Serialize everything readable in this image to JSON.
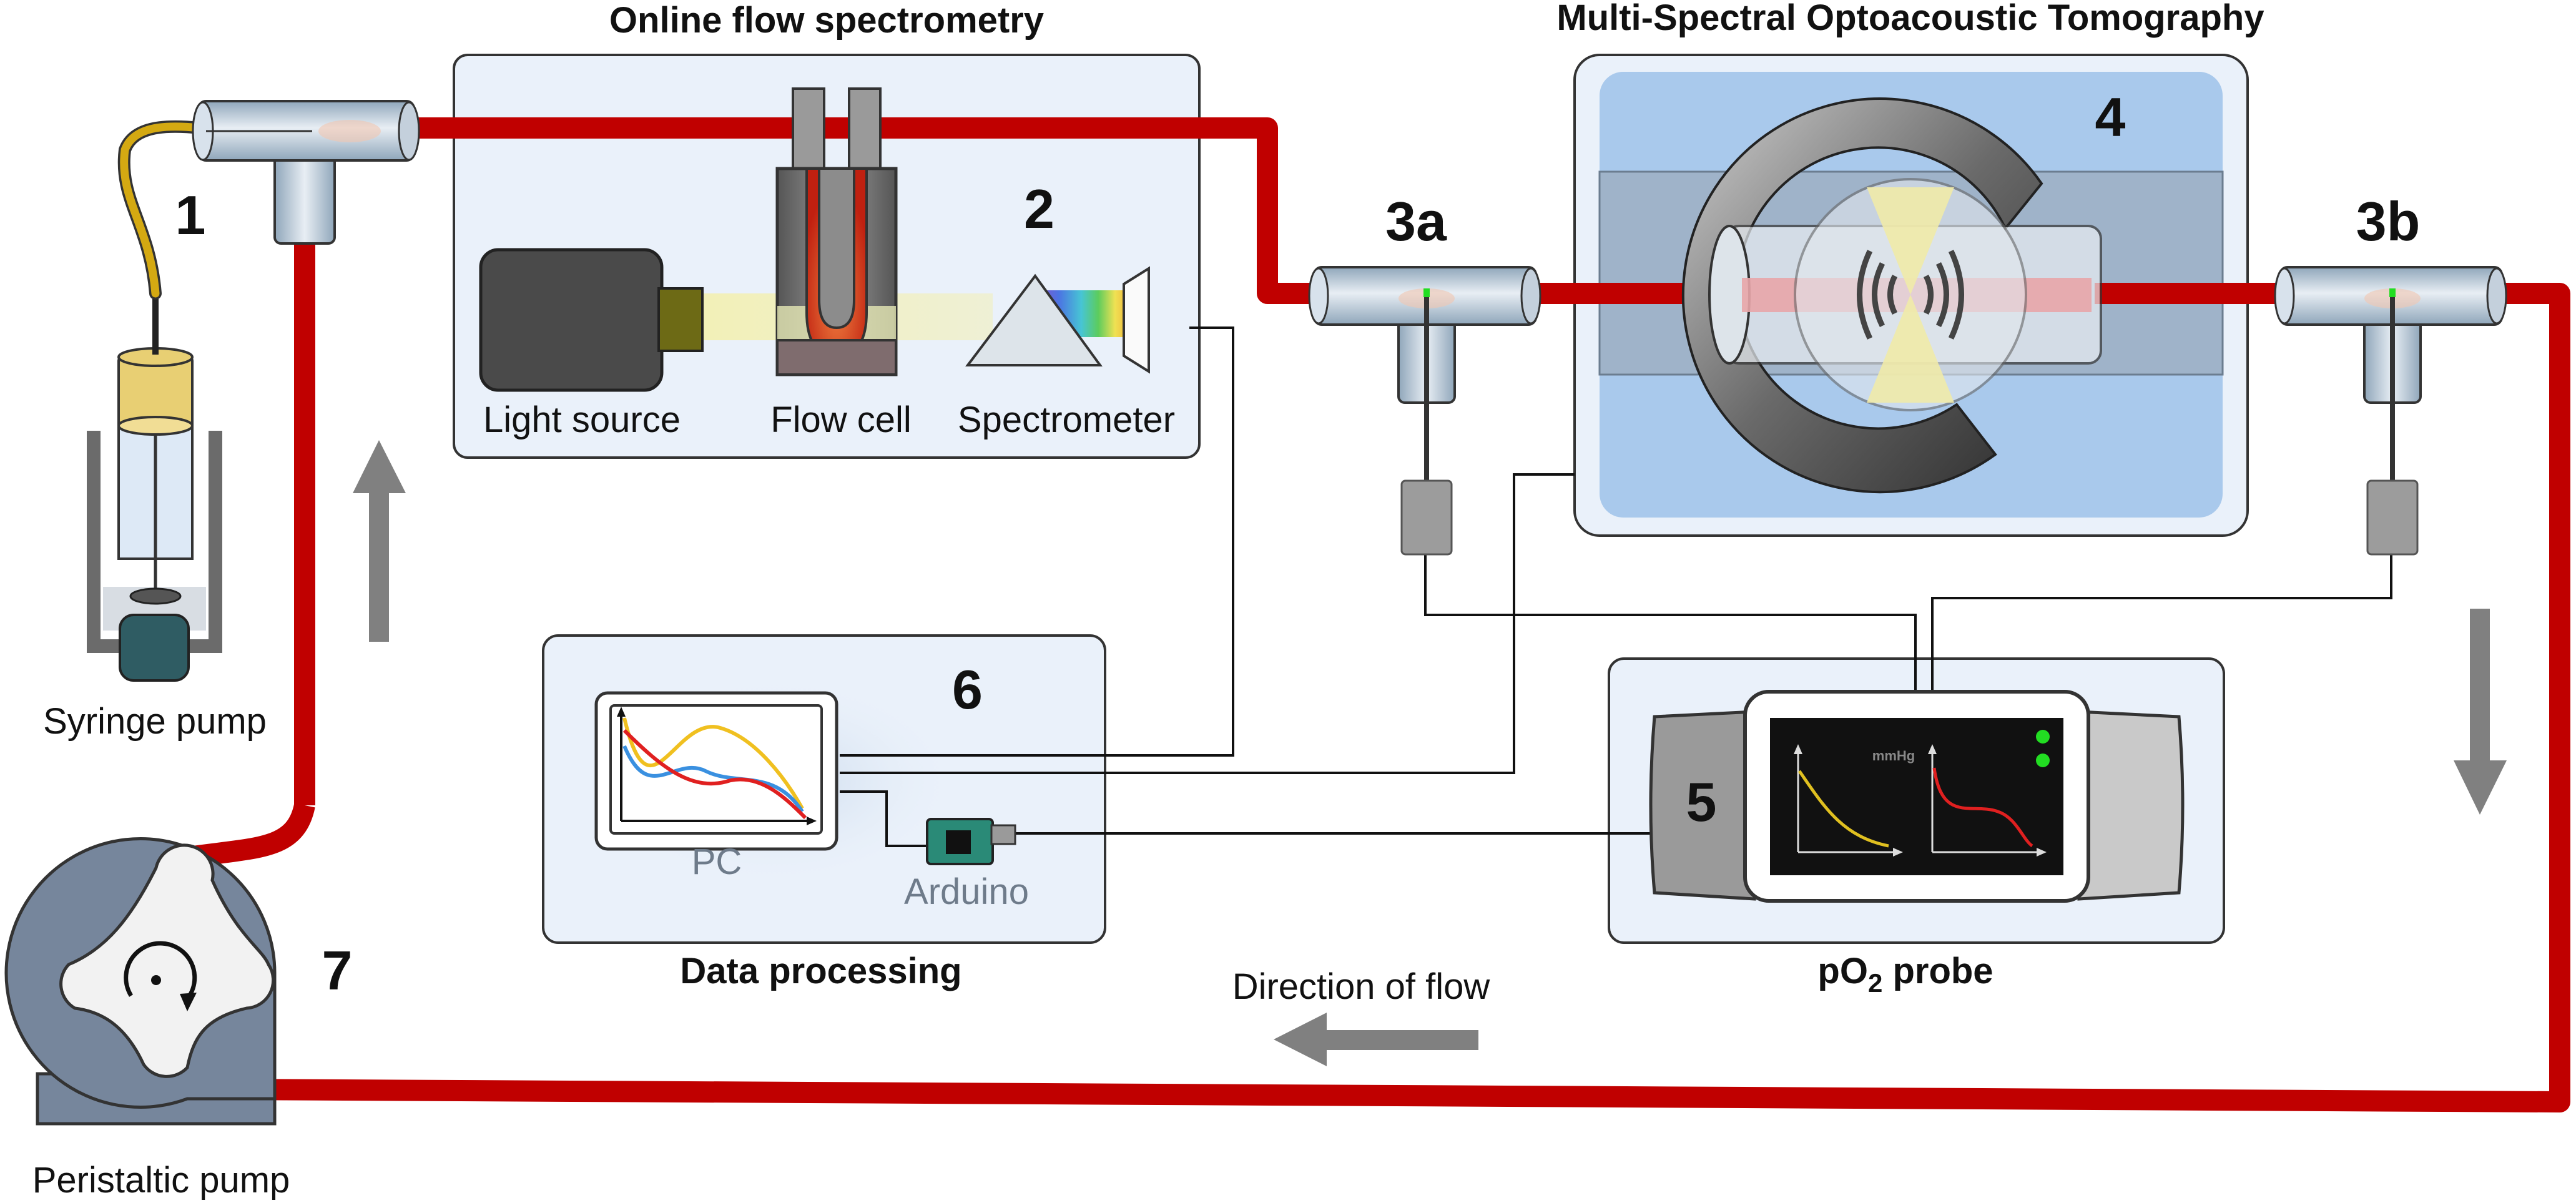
{
  "titles": {
    "online_flow": "Online flow spectrometry",
    "msot": "Multi-Spectral Optoacoustic Tomography",
    "data_processing": "Data processing",
    "po2_probe_prefix": "pO",
    "po2_probe_sub": "2",
    "po2_probe_suffix": " probe"
  },
  "numbers": {
    "n1": "1",
    "n2": "2",
    "n3a": "3a",
    "n3b": "3b",
    "n4": "4",
    "n5": "5",
    "n6": "6",
    "n7": "7"
  },
  "labels": {
    "syringe_pump": "Syringe pump",
    "light_source": "Light source",
    "flow_cell": "Flow cell",
    "spectrometer": "Spectrometer",
    "pc": "PC",
    "arduino": "Arduino",
    "mmhg": "mmHg",
    "direction_of_flow": "Direction of flow",
    "peristaltic_pump": "Peristaltic pump"
  },
  "colors": {
    "tube": "#c00000",
    "panel_fill": "#eaf1fa",
    "panel_stroke": "#333333",
    "msot_water": "#a9c9ec",
    "arrow_gray": "#808080",
    "arduino_green": "#2a8a77",
    "led_green": "#22dd22"
  }
}
